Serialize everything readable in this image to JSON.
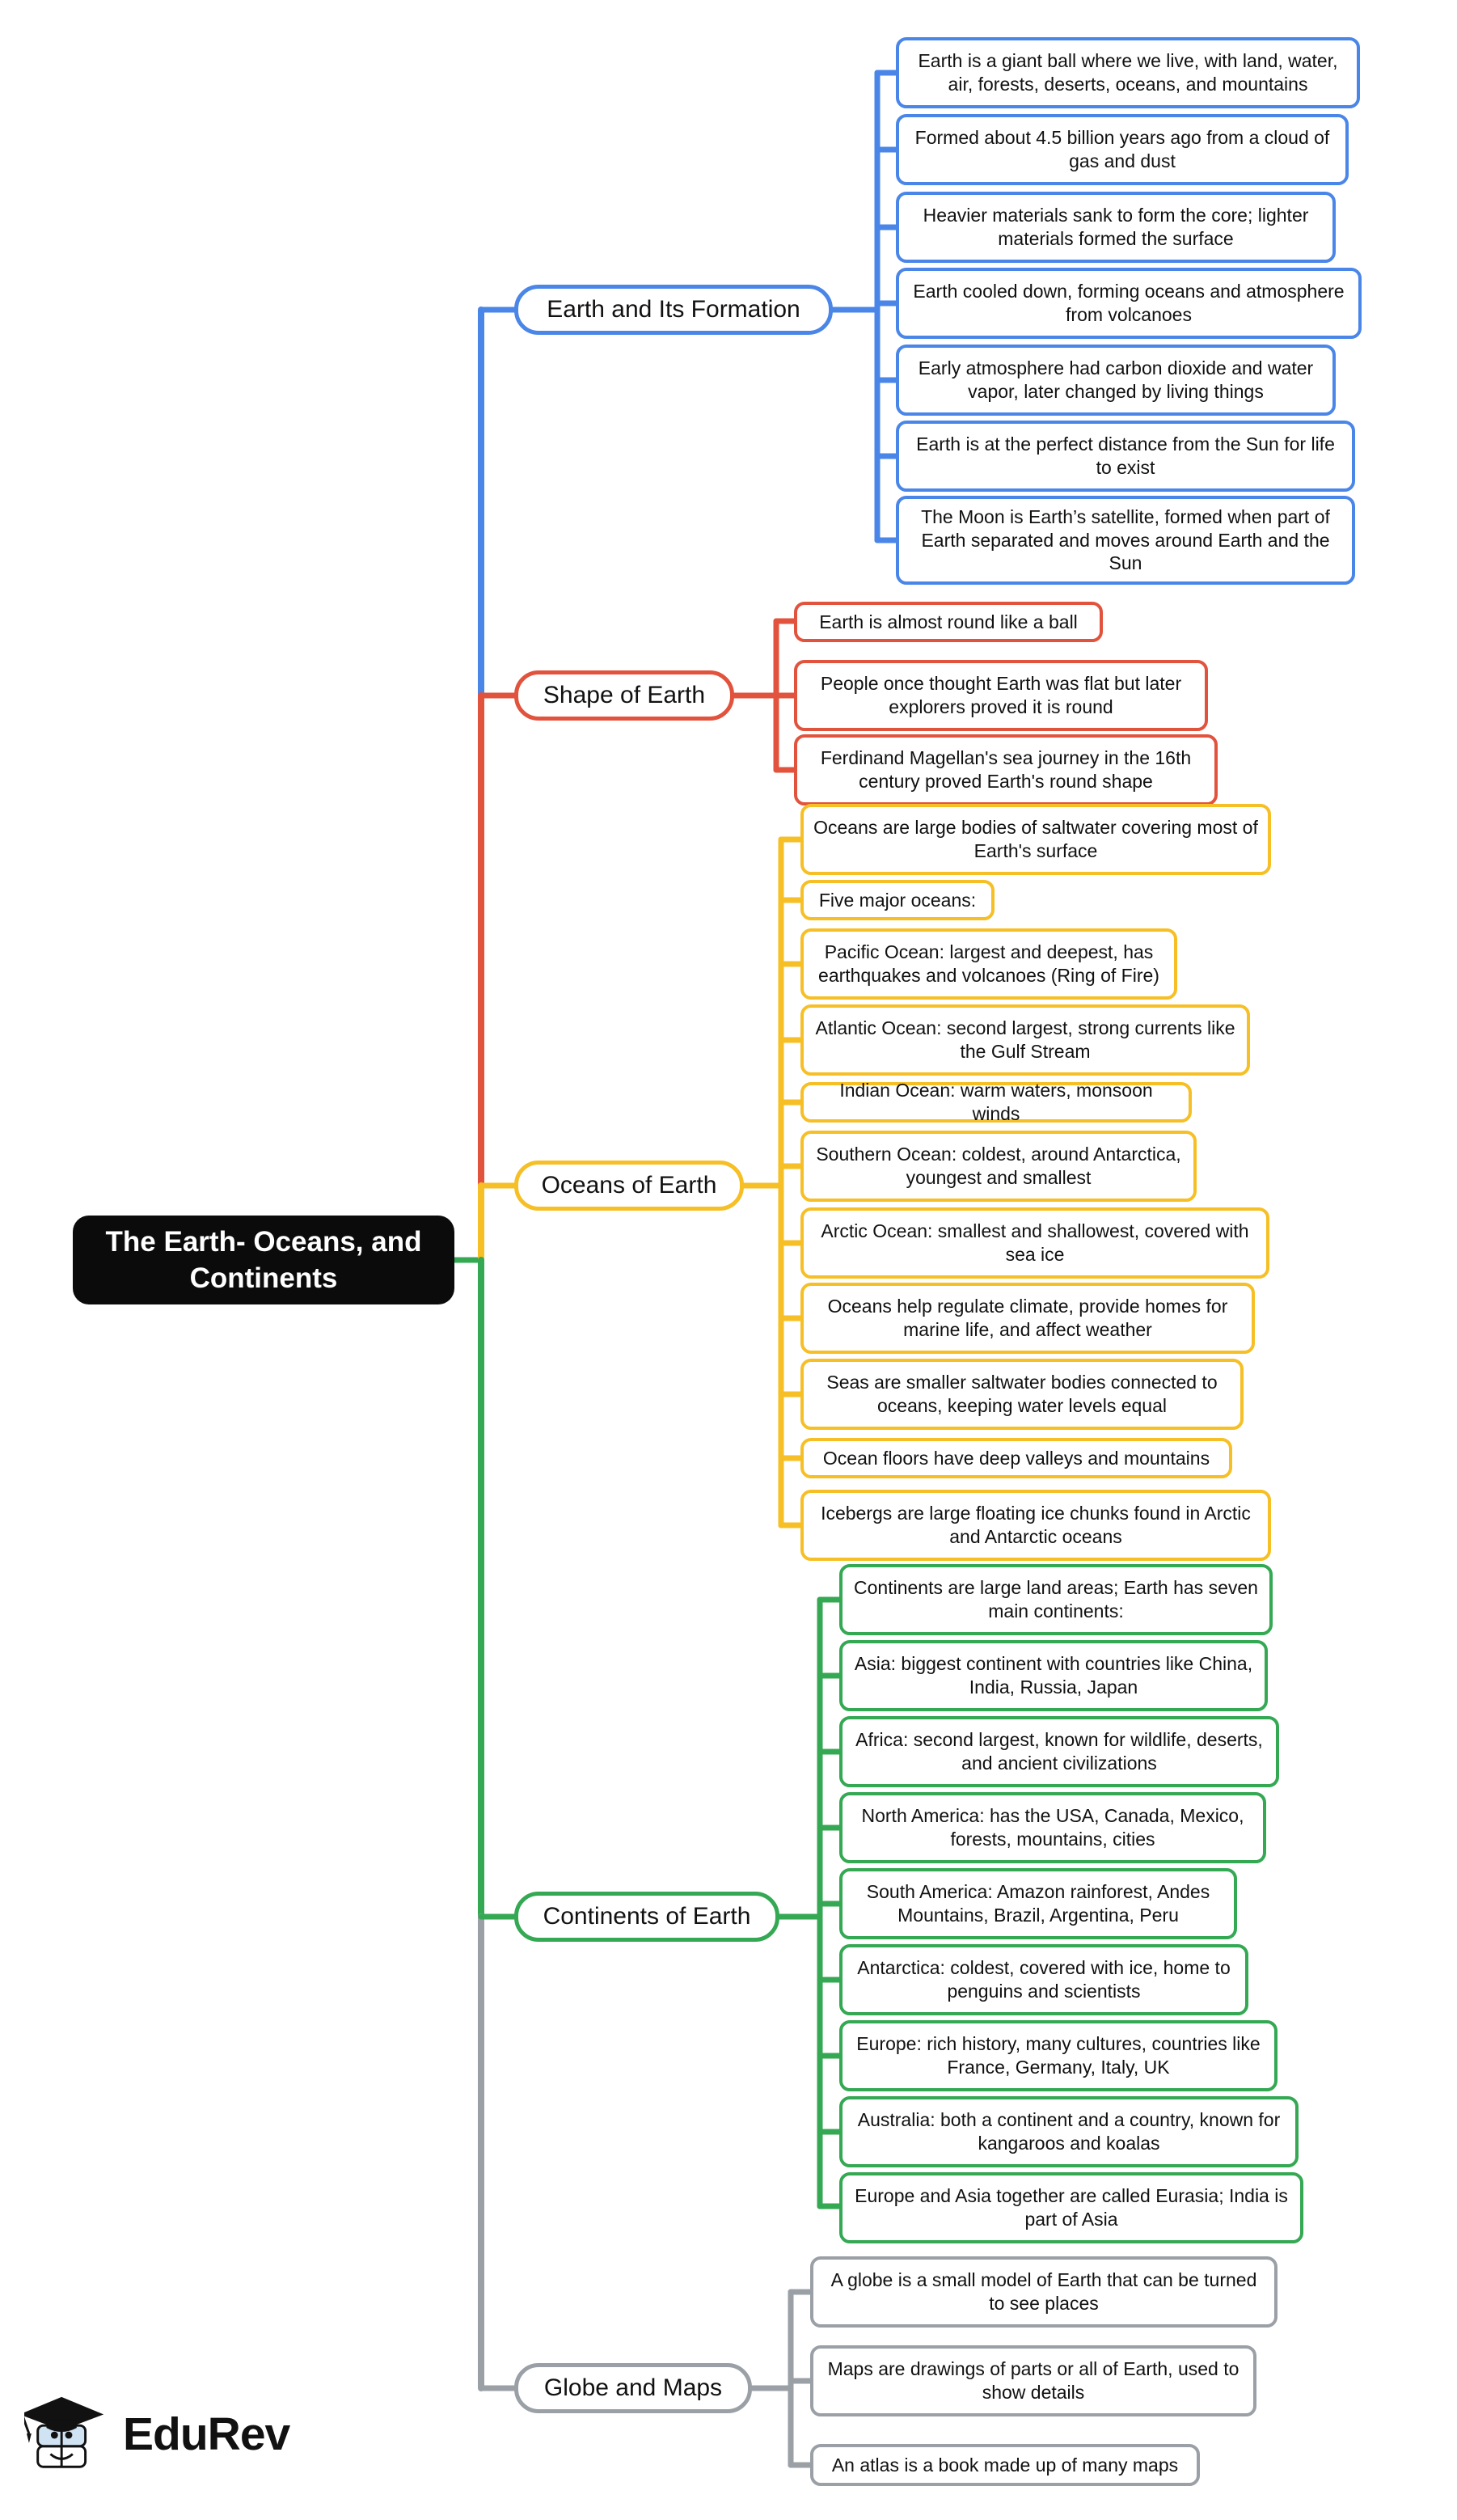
{
  "root": {
    "label": "The Earth- Oceans, and Continents"
  },
  "colors": {
    "root_bg": "#0b0b0b",
    "root_text": "#ffffff",
    "blue": "#4a86e8",
    "red": "#e2533d",
    "yellow": "#f6bf26",
    "green": "#34a853",
    "gray": "#9aa0a6",
    "node_bg": "#ffffff",
    "node_text": "#111111",
    "canvas_bg": "#ffffff"
  },
  "branches": [
    {
      "id": "earth-and-its-formation",
      "label": "Earth and Its Formation",
      "color": "blue",
      "children": [
        "Earth is a giant ball where we live, with land, water, air, forests, deserts, oceans, and mountains",
        "Formed about 4.5 billion years ago from a cloud of gas and dust",
        "Heavier materials sank to form the core; lighter materials formed the surface",
        "Earth cooled down, forming oceans and atmosphere from volcanoes",
        "Early atmosphere had carbon dioxide and water vapor, later changed by living things",
        "Earth is at the perfect distance from the Sun for life to exist",
        "The Moon is Earth’s satellite, formed when part of Earth separated and moves around Earth and the Sun"
      ]
    },
    {
      "id": "shape-of-earth",
      "label": "Shape of Earth",
      "color": "red",
      "children": [
        "Earth is almost round like a ball",
        "People once thought Earth was flat but later explorers proved it is round",
        "Ferdinand Magellan's sea journey in the 16th century proved Earth's round shape"
      ]
    },
    {
      "id": "oceans-of-earth",
      "label": "Oceans of Earth",
      "color": "yellow",
      "children": [
        "Oceans are large bodies of saltwater covering most of Earth's surface",
        "Five major oceans:",
        " Pacific Ocean: largest and deepest, has earthquakes and volcanoes (Ring of Fire)",
        "Atlantic Ocean: second largest, strong currents like the Gulf Stream",
        "Indian Ocean: warm waters, monsoon winds",
        "Southern Ocean: coldest, around Antarctica, youngest and smallest",
        "Arctic Ocean: smallest and shallowest, covered with sea ice",
        "Oceans help regulate climate, provide homes for marine life, and affect weather",
        "Seas are smaller saltwater bodies connected to oceans, keeping water levels equal",
        "Ocean floors have deep valleys and mountains",
        "Icebergs are large floating ice chunks found in Arctic and Antarctic oceans"
      ]
    },
    {
      "id": "continents-of-earth",
      "label": "Continents of Earth",
      "color": "green",
      "children": [
        "Continents are large land areas; Earth has seven main continents:",
        "Asia: biggest continent with countries like China, India, Russia, Japan",
        "Africa: second largest, known for wildlife, deserts, and ancient civilizations",
        "North America: has the USA, Canada, Mexico, forests, mountains, cities",
        "South America: Amazon rainforest, Andes Mountains, Brazil, Argentina, Peru",
        "Antarctica: coldest, covered with ice, home to penguins and scientists",
        "Europe: rich history, many cultures, countries like France, Germany, Italy, UK",
        "Australia: both a continent and a country, known for kangaroos and koalas",
        "Europe and Asia together are called Eurasia; India is part of Asia"
      ]
    },
    {
      "id": "globe-and-maps",
      "label": "Globe and Maps",
      "color": "gray",
      "children": [
        "A globe is a small model of Earth that can be turned to see places",
        "Maps are drawings of parts or all of Earth, used to show details",
        "An atlas is a book made up of many maps"
      ]
    }
  ],
  "logo": {
    "word": "EduRev",
    "mark": "graduation-cap-book-mascot"
  }
}
